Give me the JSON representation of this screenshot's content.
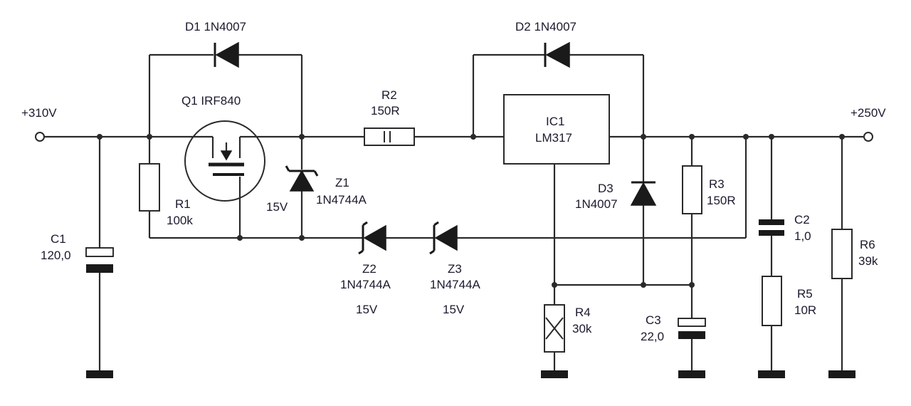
{
  "labels": {
    "vin": "+310V",
    "vout": "+250V",
    "d1_name": "D1  1N4007",
    "d2_name": "D2  1N4007",
    "q1_name": "Q1  IRF840",
    "r2_name": "R2",
    "r2_val": "150R",
    "ic1_name": "IC1",
    "ic1_part": "LM317",
    "z1_name": "Z1",
    "z1_part": "1N4744A",
    "z1_volt": "15V",
    "r1_name": "R1",
    "r1_val": "100k",
    "c1_name": "C1",
    "c1_val": "120,0",
    "z2_name": "Z2",
    "z2_part": "1N4744A",
    "z2_volt": "15V",
    "z3_name": "Z3",
    "z3_part": "1N4744A",
    "z3_volt": "15V",
    "d3_name": "D3",
    "d3_part": "1N4007",
    "r3_name": "R3",
    "r3_val": "150R",
    "r4_name": "R4",
    "r4_val": "30k",
    "c3_name": "C3",
    "c3_val": "22,0",
    "c2_name": "C2",
    "c2_val": "1,0",
    "r5_name": "R5",
    "r5_val": "10R",
    "r6_name": "R6",
    "r6_val": "39k"
  }
}
